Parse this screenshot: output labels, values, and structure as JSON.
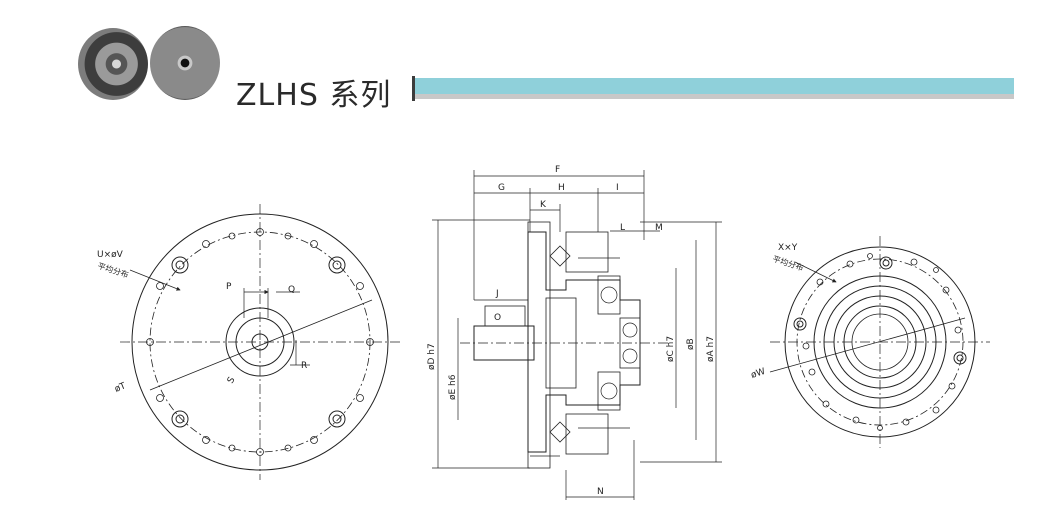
{
  "header": {
    "title": "ZLHS 系列"
  },
  "front_view": {
    "bolt_label": "U×øV",
    "bolt_note": "平均分布",
    "dim_p": "P",
    "dim_q": "Q",
    "dim_r": "R",
    "dim_s": "S",
    "dim_t": "øT"
  },
  "side_view": {
    "dim_f": "F",
    "dim_g": "G",
    "dim_h": "H",
    "dim_i": "I",
    "dim_k": "K",
    "dim_l": "L",
    "dim_m": "M",
    "dim_j": "J",
    "dim_o": "O",
    "dim_n": "N",
    "dim_d": "øD h7",
    "dim_e": "øE h6",
    "dim_c": "øC h7",
    "dim_b": "øB",
    "dim_a": "øA h7"
  },
  "back_view": {
    "bolt_label": "X×Y",
    "bolt_note": "平均分布",
    "dim_w": "øW"
  }
}
